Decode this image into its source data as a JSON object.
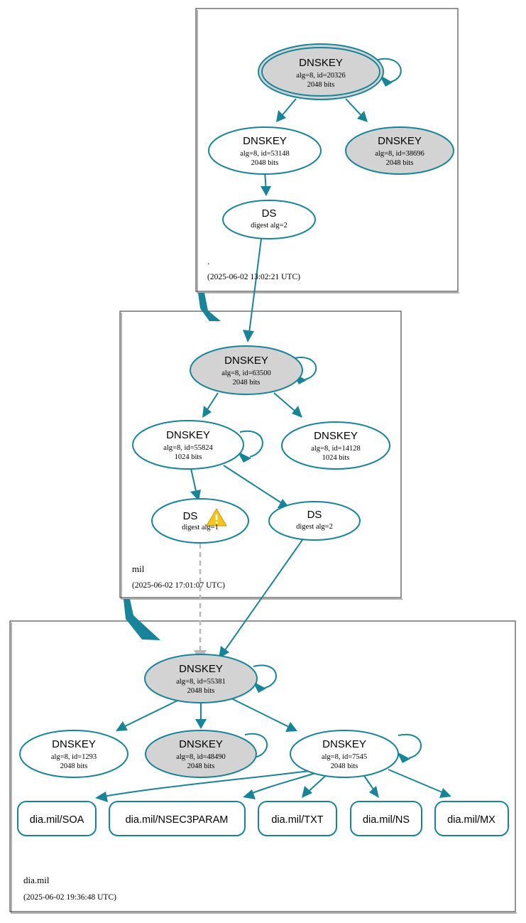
{
  "diagram": {
    "type": "dnssec-authentication-chain",
    "colors": {
      "edge": "#17849a",
      "node_stroke": "#17849a",
      "node_fill_secure": "#d3d3d3",
      "node_fill_plain": "#ffffff",
      "zone_border": "#4d4d4d",
      "warning": "#f5c518",
      "dashed_edge": "#b8b8b8"
    }
  },
  "zones": [
    {
      "id": "root",
      "label": ".",
      "timestamp": "(2025-06-02 13:02:21 UTC)",
      "nodes": [
        {
          "id": "k20326",
          "kind": "DNSKEY",
          "title": "DNSKEY",
          "line2": "alg=8, id=20326",
          "line3": "2048 bits",
          "fill": "gray",
          "trust_anchor": true,
          "self_sign": true
        },
        {
          "id": "k53148",
          "kind": "DNSKEY",
          "title": "DNSKEY",
          "line2": "alg=8, id=53148",
          "line3": "2048 bits",
          "fill": "white",
          "trust_anchor": false,
          "self_sign": false
        },
        {
          "id": "k38696",
          "kind": "DNSKEY",
          "title": "DNSKEY",
          "line2": "alg=8, id=38696",
          "line3": "2048 bits",
          "fill": "gray",
          "trust_anchor": false,
          "self_sign": false
        },
        {
          "id": "ds_root_2",
          "kind": "DS",
          "title": "DS",
          "line2": "digest alg=2",
          "line3": "",
          "fill": "white",
          "warning": false
        }
      ]
    },
    {
      "id": "mil",
      "label": "mil",
      "timestamp": "(2025-06-02 17:01:07 UTC)",
      "nodes": [
        {
          "id": "k63500",
          "kind": "DNSKEY",
          "title": "DNSKEY",
          "line2": "alg=8, id=63500",
          "line3": "2048 bits",
          "fill": "gray",
          "self_sign": true
        },
        {
          "id": "k55824",
          "kind": "DNSKEY",
          "title": "DNSKEY",
          "line2": "alg=8, id=55824",
          "line3": "1024 bits",
          "fill": "white",
          "self_sign": true
        },
        {
          "id": "k14128",
          "kind": "DNSKEY",
          "title": "DNSKEY",
          "line2": "alg=8, id=14128",
          "line3": "1024 bits",
          "fill": "white",
          "self_sign": false
        },
        {
          "id": "ds_mil_1",
          "kind": "DS",
          "title": "DS",
          "line2": "digest alg=1",
          "line3": "",
          "fill": "white",
          "warning": true
        },
        {
          "id": "ds_mil_2",
          "kind": "DS",
          "title": "DS",
          "line2": "digest alg=2",
          "line3": "",
          "fill": "white",
          "warning": false
        }
      ]
    },
    {
      "id": "diamil",
      "label": "dia.mil",
      "timestamp": "(2025-06-02 19:36:48 UTC)",
      "nodes": [
        {
          "id": "k55381",
          "kind": "DNSKEY",
          "title": "DNSKEY",
          "line2": "alg=8, id=55381",
          "line3": "2048 bits",
          "fill": "gray",
          "self_sign": true
        },
        {
          "id": "k1293",
          "kind": "DNSKEY",
          "title": "DNSKEY",
          "line2": "alg=8, id=1293",
          "line3": "2048 bits",
          "fill": "white",
          "self_sign": false
        },
        {
          "id": "k48490",
          "kind": "DNSKEY",
          "title": "DNSKEY",
          "line2": "alg=8, id=48490",
          "line3": "2048 bits",
          "fill": "gray",
          "self_sign": true
        },
        {
          "id": "k7545",
          "kind": "DNSKEY",
          "title": "DNSKEY",
          "line2": "alg=8, id=7545",
          "line3": "2048 bits",
          "fill": "white",
          "self_sign": true
        }
      ],
      "rrsets": [
        {
          "id": "rr_soa",
          "label": "dia.mil/SOA"
        },
        {
          "id": "rr_nsec3param",
          "label": "dia.mil/NSEC3PARAM"
        },
        {
          "id": "rr_txt",
          "label": "dia.mil/TXT"
        },
        {
          "id": "rr_ns",
          "label": "dia.mil/NS"
        },
        {
          "id": "rr_mx",
          "label": "dia.mil/MX"
        }
      ]
    }
  ]
}
